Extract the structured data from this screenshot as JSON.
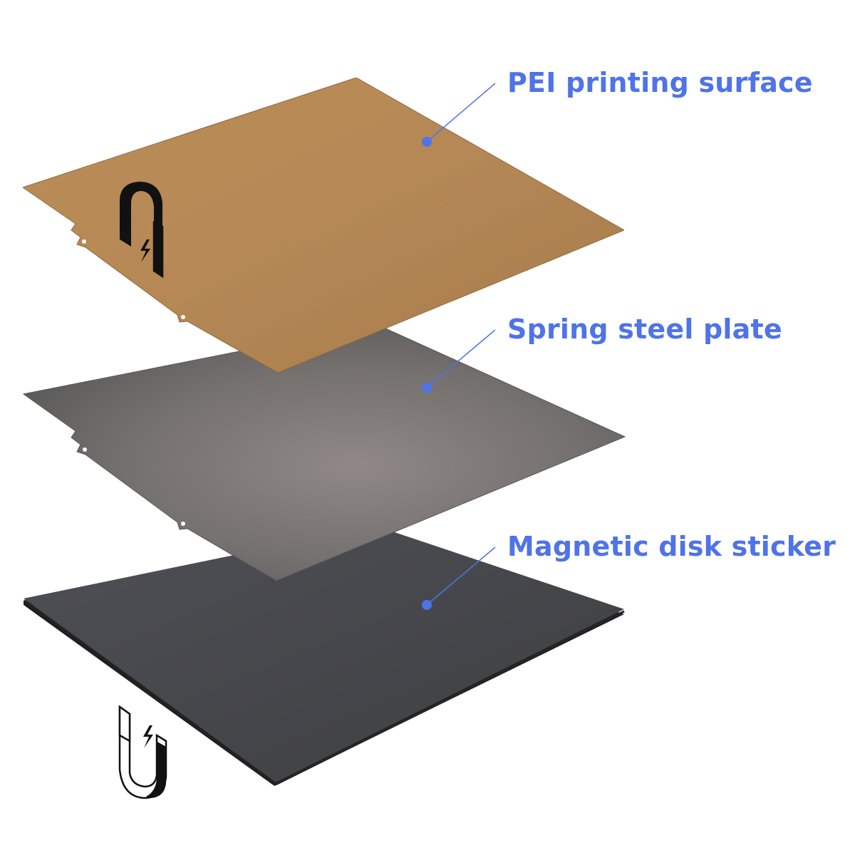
{
  "colors": {
    "label_text": "#4f73e8",
    "leader_line": "#4f73e8",
    "pei_surface": "#b98a55",
    "steel_plate": "#7a7674",
    "magnetic_sticker": "#46474b",
    "magnet_icon": "#111111"
  },
  "layers": [
    {
      "id": "pei",
      "label": "PEI printing surface"
    },
    {
      "id": "steel",
      "label": "Spring steel plate"
    },
    {
      "id": "magnet",
      "label": "Magnetic disk sticker"
    }
  ],
  "icons": {
    "top": "magnet-lightning-icon",
    "bottom": "magnet-lightning-icon"
  }
}
